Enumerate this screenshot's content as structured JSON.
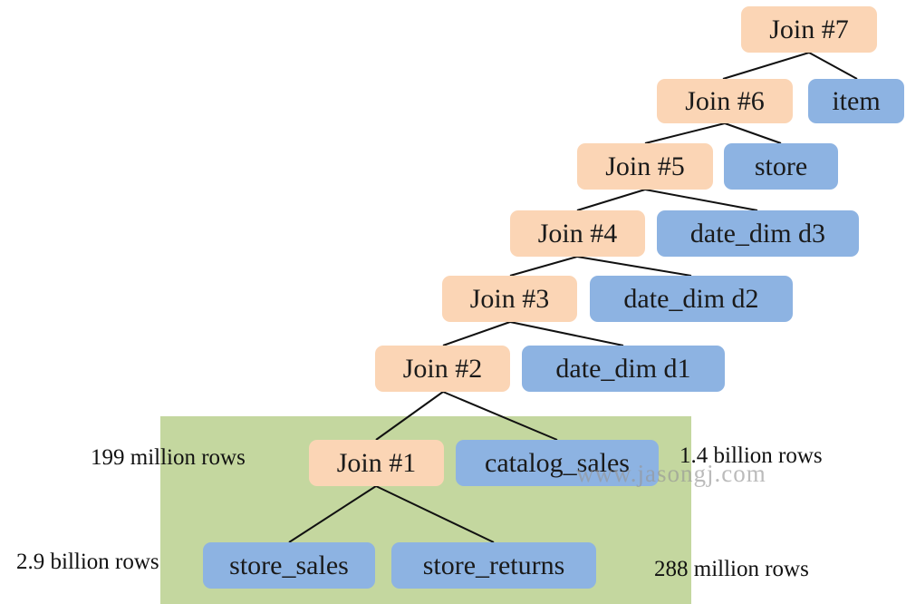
{
  "joins": {
    "j7": "Join #7",
    "j6": "Join #6",
    "j5": "Join #5",
    "j4": "Join #4",
    "j3": "Join #3",
    "j2": "Join #2",
    "j1": "Join #1"
  },
  "tables": {
    "item": "item",
    "store": "store",
    "date_dim_d3": "date_dim d3",
    "date_dim_d2": "date_dim d2",
    "date_dim_d1": "date_dim d1",
    "catalog_sales": "catalog_sales",
    "store_sales": "store_sales",
    "store_returns": "store_returns"
  },
  "row_counts": {
    "join1": "199 million rows",
    "catalog_sales": "1.4 billion rows",
    "store_sales": "2.9 billion rows",
    "store_returns": "288 million rows"
  },
  "watermark": "www.jasongj.com",
  "colors": {
    "join_node": "#fbd5b5",
    "table_node": "#8db3e2",
    "highlight": "#c4d79f"
  }
}
